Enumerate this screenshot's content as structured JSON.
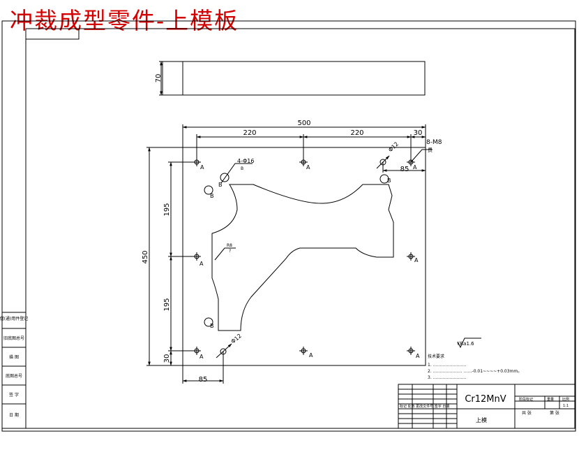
{
  "page_title": "冲裁成型零件-上模板",
  "dimensions": {
    "thickness": "70",
    "overall_width": "500",
    "hole_spacing_left": "220",
    "hole_spacing_right": "220",
    "right_offset": "30",
    "thread_callout_line1": "8-M8",
    "thread_callout_line2": "贯",
    "pin_offset_right": "85",
    "overall_height": "450",
    "upper_span": "195",
    "lower_span": "195",
    "bottom_offset": "30",
    "pin_offset_bottom": "85",
    "pin_callout_line1": "4-Φ16",
    "pin_callout_line2": "B",
    "diameter_upper": "Φ12",
    "diameter_lower": "Φ12",
    "radius_callout_line1": "R8",
    "radius_callout_line2": "?"
  },
  "hole_labels": {
    "a": "A",
    "b": "B"
  },
  "roughness": "√Ra1.6",
  "notes": {
    "heading": "技术要求",
    "line1": "1. ……………………",
    "line2": "2. ………………… ……-0.01~~~~+0.03mm。",
    "line3": "3. ……………………"
  },
  "side_table": {
    "row1": "借(通)用件登记",
    "row2": "旧底图总号",
    "row3": "描 图",
    "row4": "底图总号",
    "row5": "签 字",
    "row6": "日 期"
  },
  "title_block": {
    "material": "Cr12MnV",
    "part_name": "上模",
    "change_header": "标记 处数 更改文件号 签字 日期",
    "stage_header": "阶段标记",
    "weight_header": "重量",
    "scale_header": "比例",
    "scale_value": "1:1",
    "sheet_total": "共 张",
    "sheet_no": "第 张"
  }
}
